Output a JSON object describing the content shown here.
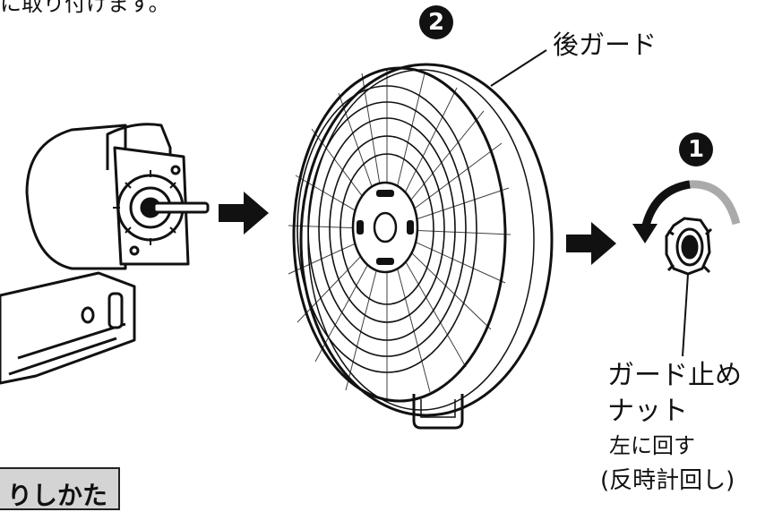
{
  "instruction_fragment": "に取り付けます。",
  "labels": {
    "rear_guard": "後ガード",
    "nut_name_line1": "ガード止め",
    "nut_name_line2": "ナット",
    "nut_turn": "左に回す",
    "nut_turn_detail": "(反時計回し)"
  },
  "steps": {
    "step1": "1",
    "step2": "2"
  },
  "section_heading": "りしかた",
  "icons": [
    "motor-unit-illustration",
    "rear-guard-illustration",
    "guard-nut-illustration",
    "arrow-right-icon",
    "rotate-ccw-icon"
  ],
  "colors": {
    "ink": "#111111",
    "tab_fill": "#d4d4d4",
    "rotation_grey": "#aaaaaa"
  }
}
